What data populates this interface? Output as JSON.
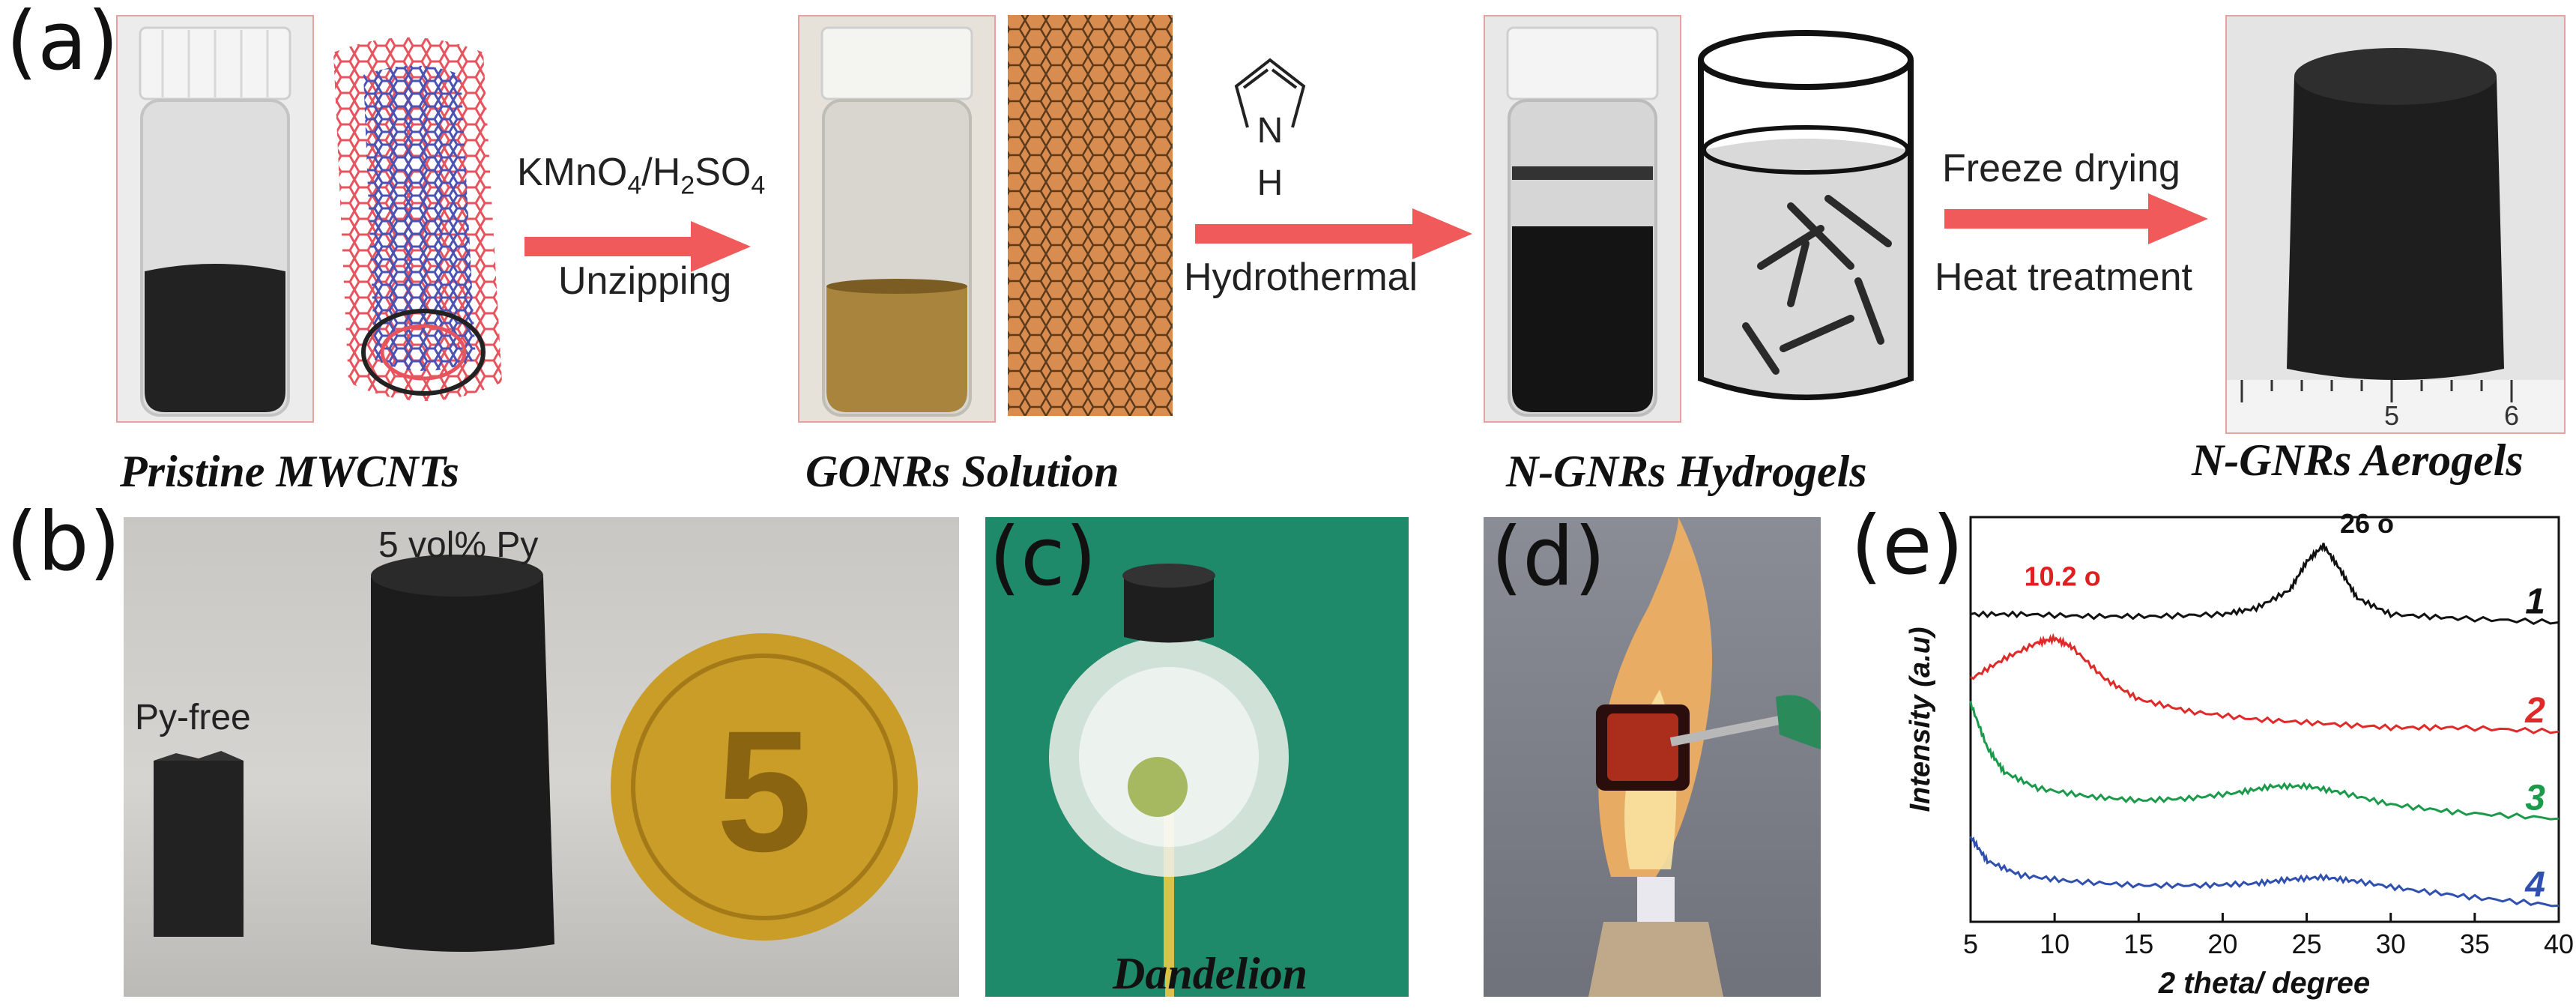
{
  "panel_a": {
    "letter": "(a)",
    "captions": {
      "pristine": "Pristine MWCNTs",
      "gonrs": "GONRs Solution",
      "hydrogels": "N-GNRs Hydrogels",
      "aerogels": "N-GNRs Aerogels"
    },
    "step1": {
      "reagent_main": "KMnO",
      "reagent_sub1": "4",
      "reagent_mid": "/H",
      "reagent_sub2": "2",
      "reagent_end": "SO",
      "reagent_sub3": "4",
      "process": "Unzipping"
    },
    "step2": {
      "molecule_atom": "N",
      "molecule_h": "H",
      "process": "Hydrothermal"
    },
    "step3": {
      "line1": "Freeze drying",
      "line2": "Heat treatment"
    },
    "ruler_numbers": [
      "5",
      "6"
    ],
    "arrow_color": "#f05a5a",
    "tube_colors": {
      "outer": "#e8545e",
      "inner": "#4a53b3"
    }
  },
  "panel_b": {
    "letter": "(b)",
    "label_small": "Py-free",
    "label_large": "5 vol% Py",
    "coin_digit": "5"
  },
  "panel_c": {
    "letter": "(c)",
    "caption": "Dandelion"
  },
  "panel_d": {
    "letter": "(d)"
  },
  "panel_e": {
    "letter": "(e)",
    "chart_data": {
      "type": "line",
      "xlabel": "2 theta/ degree",
      "ylabel": "Intensity (a.u)",
      "xlim": [
        5,
        40
      ],
      "x_ticks": [
        5,
        10,
        15,
        20,
        25,
        30,
        35,
        40
      ],
      "y_ticks_shown": false,
      "annotations": [
        {
          "text": "10.2 o",
          "color": "#e02020",
          "x": 10.2
        },
        {
          "text": "26 o",
          "color": "#111111",
          "x": 26
        }
      ],
      "series": [
        {
          "name": "1",
          "color": "#111111",
          "x": [
            5,
            8,
            12,
            16,
            20,
            22,
            24,
            25,
            26,
            27,
            28,
            30,
            34,
            40
          ],
          "y": [
            7.6,
            7.6,
            7.55,
            7.55,
            7.6,
            7.75,
            8.2,
            8.9,
            9.3,
            8.7,
            8.0,
            7.6,
            7.5,
            7.4
          ]
        },
        {
          "name": "2",
          "color": "#e02a2a",
          "x": [
            5,
            7,
            9,
            10,
            11,
            13,
            15,
            18,
            22,
            26,
            30,
            34,
            40
          ],
          "y": [
            6.0,
            6.5,
            6.9,
            7.0,
            6.8,
            6.0,
            5.5,
            5.2,
            5.0,
            4.9,
            4.8,
            4.8,
            4.7
          ]
        },
        {
          "name": "3",
          "color": "#1a9a4a",
          "x": [
            5,
            6,
            7,
            9,
            12,
            15,
            18,
            21,
            23,
            25,
            27,
            30,
            34,
            40
          ],
          "y": [
            5.4,
            4.3,
            3.7,
            3.3,
            3.1,
            3.0,
            3.05,
            3.2,
            3.35,
            3.35,
            3.2,
            2.9,
            2.7,
            2.55
          ]
        },
        {
          "name": "4",
          "color": "#3050b0",
          "x": [
            5,
            6,
            8,
            11,
            15,
            19,
            22,
            24,
            26,
            28,
            31,
            35,
            40
          ],
          "y": [
            2.1,
            1.5,
            1.15,
            1.0,
            0.9,
            0.9,
            0.95,
            1.05,
            1.1,
            1.0,
            0.8,
            0.6,
            0.4
          ]
        }
      ]
    }
  }
}
